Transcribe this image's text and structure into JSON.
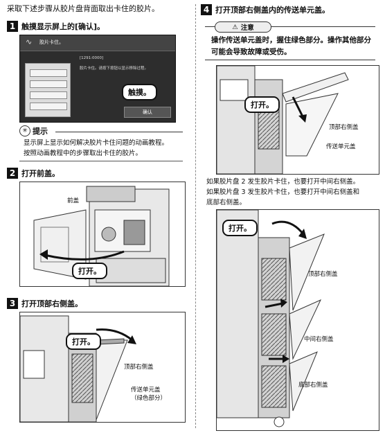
{
  "intro_text": "采取下述步骤从胶片盘背面取出卡住的胶片。",
  "step1": {
    "number": "1",
    "title": "触摸显示屏上的[确认]。",
    "screen": {
      "header_icon": "∿",
      "title": "胶片卡住。",
      "code": "[1291:0000]",
      "message": "胶片卡住。请按下按钮以显示移除过程。",
      "confirm_button": "确认"
    },
    "callout": "触摸。"
  },
  "tip": {
    "title": "提示",
    "lines": [
      "显示屏上显示如何解决胶片卡住问题的动画教程。",
      "按照动画教程中的步骤取出卡住的胶片。"
    ]
  },
  "step2": {
    "number": "2",
    "title": "打开前盖。",
    "label_front_cover": "前盖",
    "callout": "打开。"
  },
  "step3": {
    "number": "3",
    "title": "打开顶部右侧盖。",
    "callout": "打开。",
    "label_top_right": "顶部右侧盖",
    "label_transfer": "传送单元盖",
    "label_green": "（绿色部分）"
  },
  "step4": {
    "number": "4",
    "title": "打开顶部右侧盖内的传送单元盖。",
    "caution_label": "注意",
    "caution_text": "操作传送单元盖时，握住绿色部分。操作其他部分可能会导致故障或受伤。",
    "callout": "打开。",
    "label_top_right": "顶部右侧盖",
    "label_transfer": "传送单元盖"
  },
  "note": {
    "lines": [
      "如果胶片盘 2 发生胶片卡住，也要打开中间右侧盖。",
      "如果胶片盘 3 发生胶片卡住，也要打开中间右侧盖和",
      "底部右侧盖。"
    ]
  },
  "figure5": {
    "callout": "打开。",
    "label_top_right": "顶部右侧盖",
    "label_middle_right": "中间右侧盖",
    "label_bottom_right": "底部右侧盖"
  }
}
